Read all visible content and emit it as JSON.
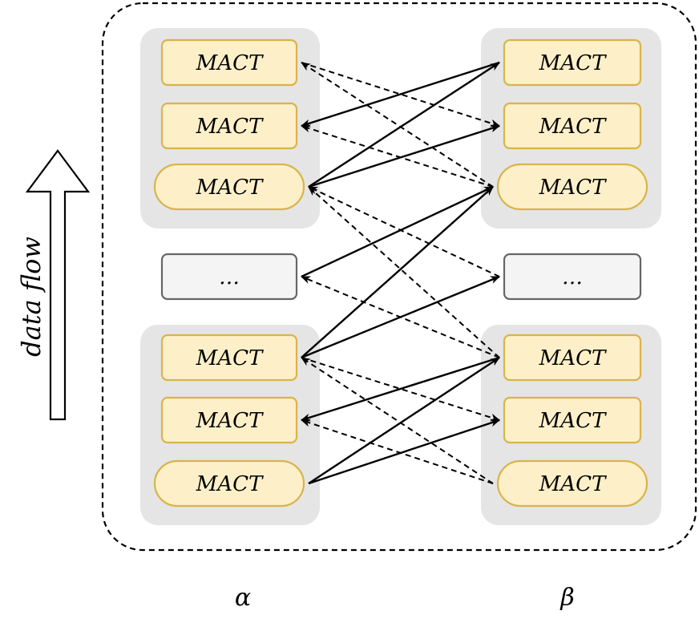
{
  "diagram": {
    "flow_label": "data flow",
    "columns": [
      {
        "id": "alpha",
        "label": "α"
      },
      {
        "id": "beta",
        "label": "β"
      }
    ],
    "node_label": "MACT",
    "ellipsis_label": "…",
    "colors": {
      "node_fill": "#fdf0c9",
      "node_stroke": "#d9b44a",
      "group_fill": "#e5e5e5",
      "ellipsis_fill": "#f4f4f4",
      "ellipsis_stroke": "#666666",
      "edge": "#000000",
      "frame": "#000000"
    },
    "nodes": {
      "alpha": [
        "MACT",
        "MACT",
        "MACT",
        "…",
        "MACT",
        "MACT",
        "MACT"
      ],
      "beta": [
        "MACT",
        "MACT",
        "MACT",
        "…",
        "MACT",
        "MACT",
        "MACT"
      ]
    },
    "solid_edges": [
      {
        "from": "alpha.2",
        "to": "beta.0"
      },
      {
        "from": "alpha.2",
        "to": "beta.1"
      },
      {
        "from": "beta.0",
        "to": "alpha.1"
      },
      {
        "from": "alpha.3",
        "to": "beta.2"
      },
      {
        "from": "alpha.4",
        "to": "beta.2"
      },
      {
        "from": "alpha.4",
        "to": "beta.3"
      },
      {
        "from": "alpha.6",
        "to": "beta.4"
      },
      {
        "from": "alpha.6",
        "to": "beta.5"
      },
      {
        "from": "beta.4",
        "to": "alpha.5"
      }
    ],
    "dashed_edges": [
      {
        "from": "beta.2",
        "to": "alpha.0"
      },
      {
        "from": "alpha.0",
        "to": "beta.1"
      },
      {
        "from": "beta.2",
        "to": "alpha.1"
      },
      {
        "from": "beta.3",
        "to": "alpha.2"
      },
      {
        "from": "beta.4",
        "to": "alpha.2"
      },
      {
        "from": "beta.4",
        "to": "alpha.3"
      },
      {
        "from": "beta.6",
        "to": "alpha.4"
      },
      {
        "from": "alpha.4",
        "to": "beta.5"
      },
      {
        "from": "beta.6",
        "to": "alpha.5"
      }
    ]
  }
}
